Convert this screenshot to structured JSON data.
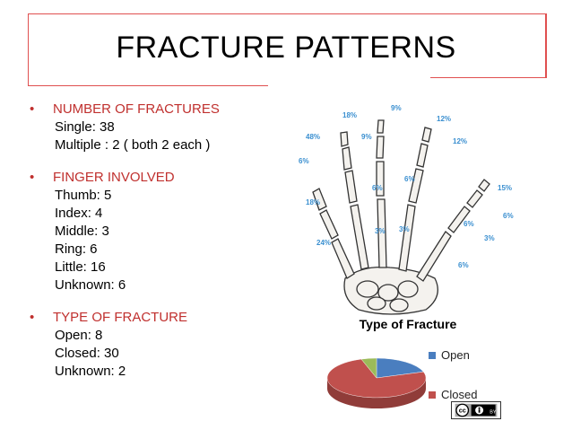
{
  "slide": {
    "title": "FRACTURE PATTERNS",
    "sections": [
      {
        "heading": "NUMBER OF FRACTURES",
        "lines": [
          "Single: 38",
          "Multiple : 2 ( both 2 each )"
        ]
      },
      {
        "heading": "FINGER INVOLVED",
        "lines": [
          "Thumb: 5",
          "Index:  4",
          "Middle: 3",
          "Ring: 6",
          "Little: 16",
          "Unknown: 6"
        ]
      },
      {
        "heading": "TYPE OF FRACTURE",
        "lines": [
          "Open: 8",
          "Closed: 30",
          "Unknown: 2"
        ]
      }
    ],
    "bullet_glyph": "•",
    "hand_labels": [
      "48%",
      "18%",
      "9%",
      "12%",
      "6%",
      "9%",
      "12%",
      "15%",
      "6%",
      "6%",
      "18%",
      "3%",
      "3%",
      "6%",
      "3%",
      "24%",
      "6%",
      "6%"
    ],
    "license_badge": {
      "icon": "creative-commons-icon",
      "text": "BY"
    },
    "colors": {
      "heading": "#c0302e",
      "frame": "#e05050",
      "hand_label": "#3a8fd0",
      "open": "#4a7ebf",
      "closed": "#c0504d",
      "unknown": "#9bbb59"
    }
  },
  "chart_data": {
    "type": "pie",
    "title": "Type of Fracture",
    "categories": [
      "Open",
      "Closed",
      "Unknown"
    ],
    "values": [
      8,
      30,
      2
    ],
    "legend_visible": [
      "Open",
      "Closed"
    ],
    "legend_position": "right",
    "style": "3d"
  }
}
